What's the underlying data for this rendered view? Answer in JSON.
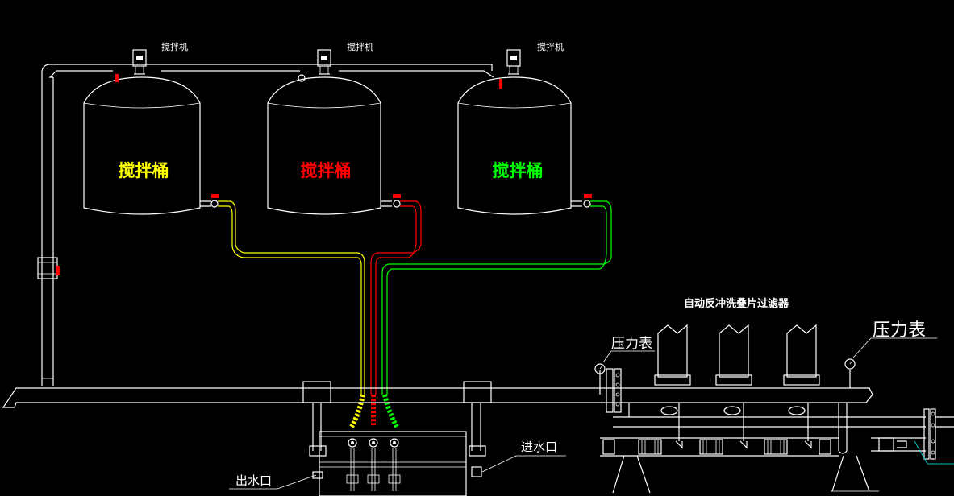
{
  "labels": {
    "mixer_motor": "搅拌机",
    "tank": "搅拌桶",
    "filter_title": "自动反冲洗叠片过滤器",
    "pressure_gauge_left": "压力表",
    "pressure_gauge_right": "压力表",
    "outlet": "出水口",
    "inlet": "进水口"
  },
  "colors": {
    "background": "#000000",
    "line": "#ffffff",
    "tank1_label": "#ffff00",
    "tank2_label": "#ff0000",
    "tank3_label": "#00ff00",
    "valve": "#ff0000",
    "leader_cyan": "#00c8c8"
  }
}
